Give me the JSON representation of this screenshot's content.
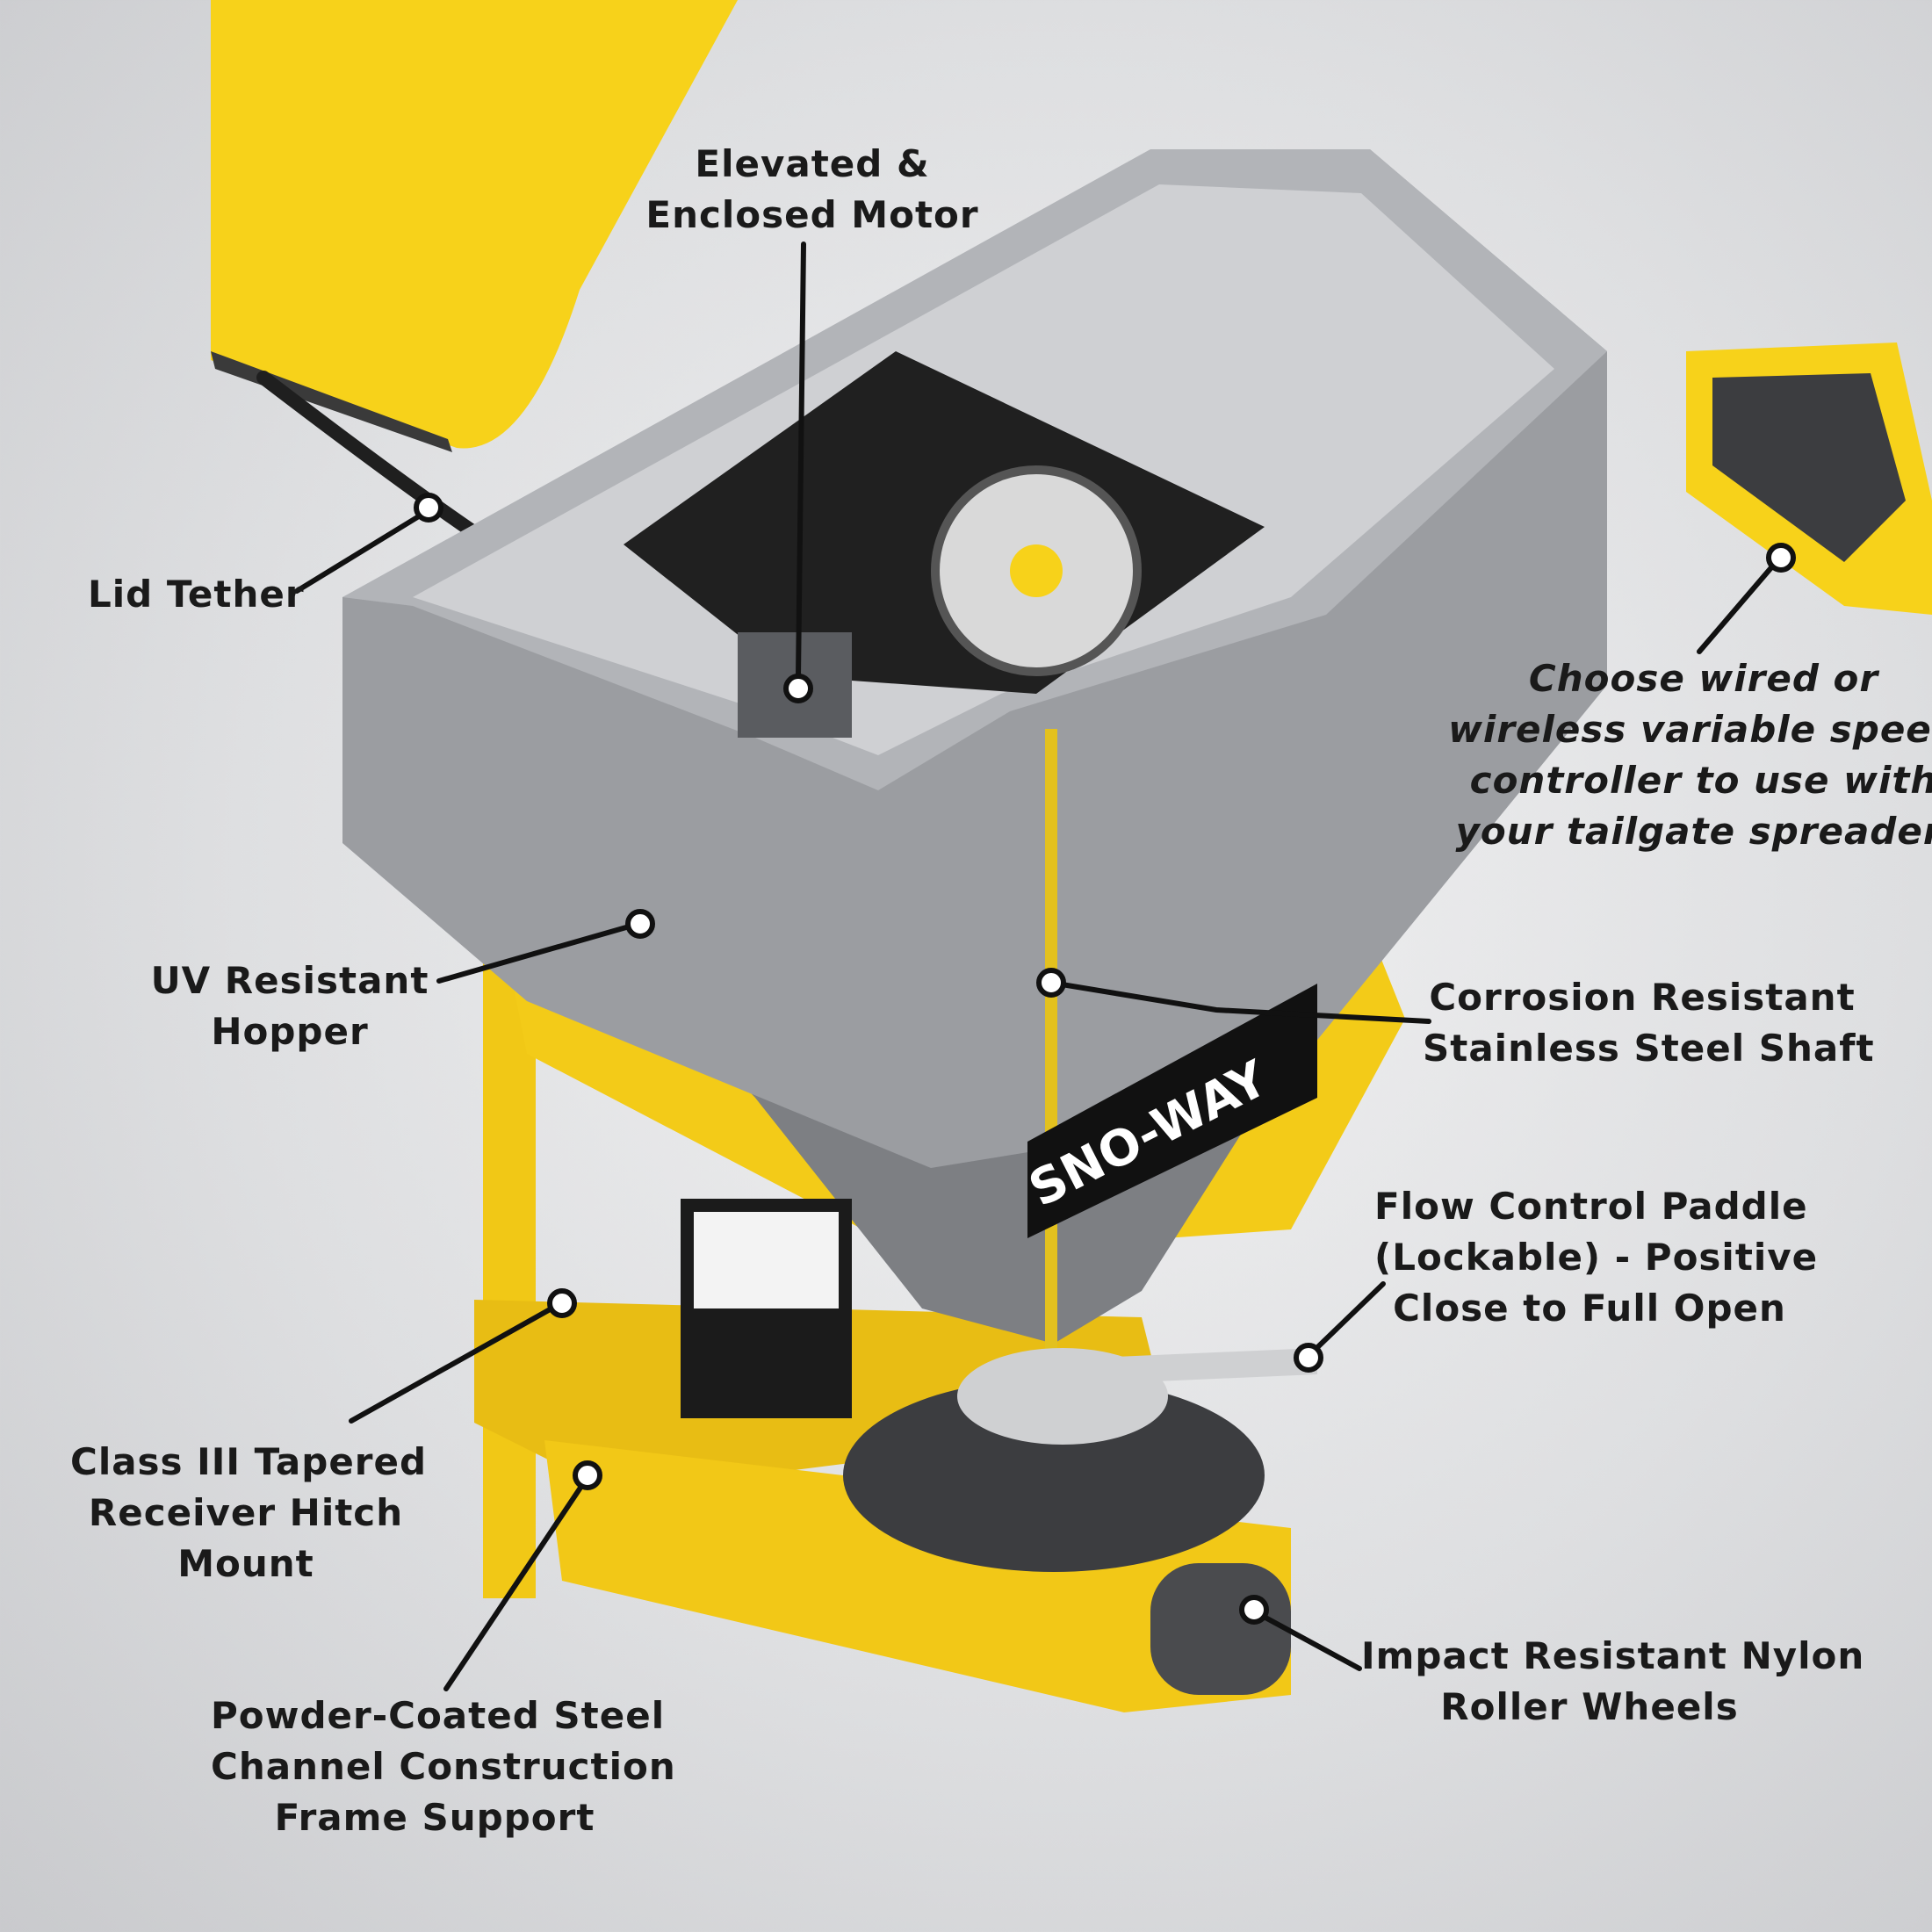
{
  "brand": {
    "logo_text": "SNO-WAY"
  },
  "colors": {
    "frame_yellow": "#f7d21a",
    "hopper_gray": "#8c8e92",
    "leader_black": "#111111"
  },
  "callouts": {
    "motor": [
      "Elevated &",
      "Enclosed Motor"
    ],
    "lid_tether": [
      "Lid Tether"
    ],
    "controller": [
      "Choose wired or",
      "wireless variable speed",
      "controller to use with",
      "your tailgate spreader."
    ],
    "hopper": [
      "UV Resistant",
      "Hopper"
    ],
    "shaft": [
      "Corrosion Resistant",
      "Stainless Steel Shaft"
    ],
    "paddle": [
      "Flow Control Paddle",
      "(Lockable) - Positive",
      "Close to Full Open"
    ],
    "hitch": [
      "Class III Tapered",
      "Receiver Hitch",
      "Mount"
    ],
    "wheels": [
      "Impact Resistant Nylon",
      "Roller Wheels"
    ],
    "frame": [
      "Powder-Coated Steel",
      "Channel Construction",
      "Frame Support"
    ]
  }
}
